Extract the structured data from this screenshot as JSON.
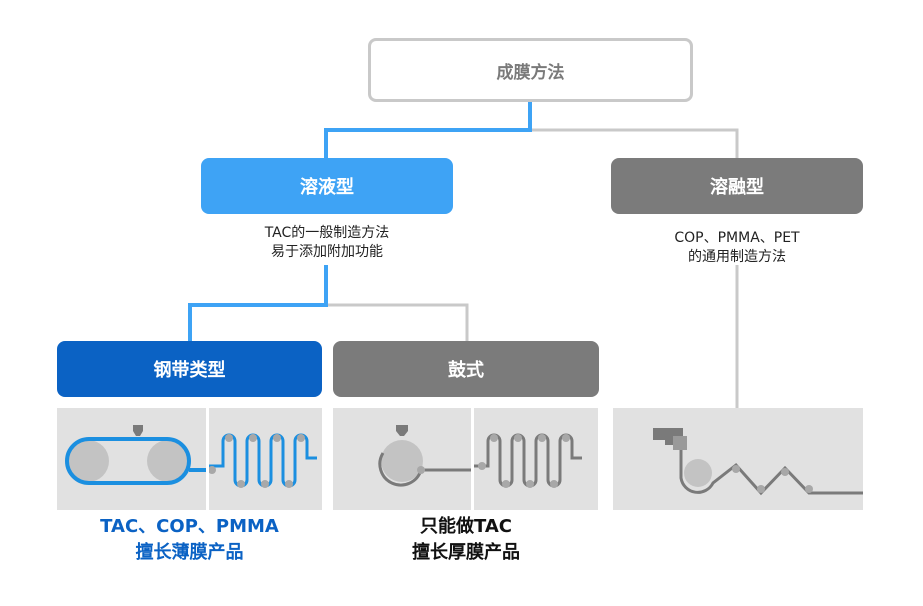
{
  "root": {
    "label": "成膜方法"
  },
  "solution": {
    "label": "溶液型",
    "desc_line1": "TAC的一般制造方法",
    "desc_line2": "易于添加附加功能",
    "color": "#3ea3f5"
  },
  "melt": {
    "label": "溶融型",
    "desc_line1": "COP、PMMA、PET",
    "desc_line2": "的通用制造方法",
    "color": "#7b7b7b"
  },
  "steel_belt": {
    "label": "钢带类型",
    "caption_line1": "TAC、COP、PMMA",
    "caption_line2": "擅长薄膜产品",
    "color": "#0b62c4",
    "line_color": "#1b8fe0"
  },
  "drum": {
    "label": "鼓式",
    "caption_line1": "只能做TAC",
    "caption_line2": "擅长厚膜产品",
    "color": "#7b7b7b"
  },
  "colors": {
    "connector_blue": "#3ea3f5",
    "connector_grey": "#c9c9c9",
    "panel_bg": "#e1e1e1",
    "process_grey": "#7a7a7a",
    "roller_fill": "#c3c3c3"
  }
}
